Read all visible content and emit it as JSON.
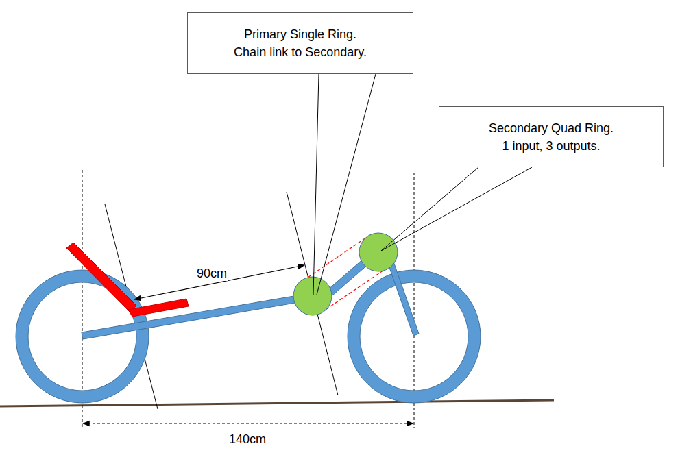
{
  "diagram": {
    "nodes": [
      {
        "text": [
          "Primary Single Ring. Chain link to Secondary."
        ]
      },
      {
        "text": [
          "Secondary Quad Ring. 1 input, 3 outputs."
        ]
      }
    ],
    "edges": [],
    "labels": [
      "90cm",
      "140cm"
    ]
  }
}
